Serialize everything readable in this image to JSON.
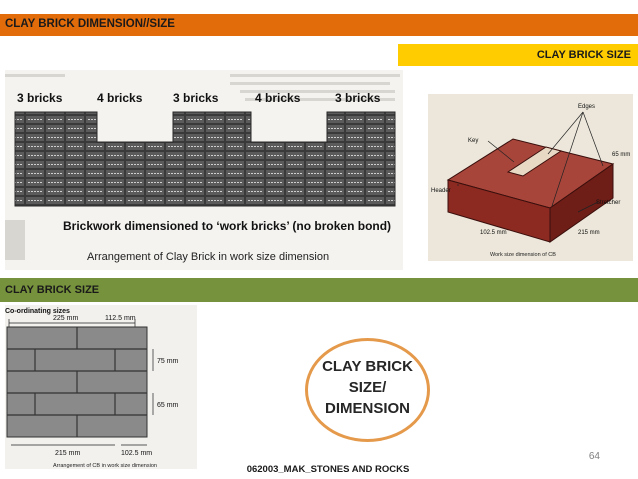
{
  "header": {
    "title": "CLAY BRICK DIMENSION//SIZE"
  },
  "right_banner": {
    "label": "CLAY BRICK SIZE"
  },
  "section_banner": {
    "label": "CLAY BRICK SIZE"
  },
  "bond_figure": {
    "counts": [
      "3 bricks",
      "4 bricks",
      "3 bricks",
      "4 bricks",
      "3 bricks"
    ],
    "caption": "Brickwork dimensioned to ‘work bricks’ (no broken bond)",
    "subcaption": "Arrangement of Clay Brick  in work size dimension"
  },
  "brick_figure": {
    "labels": {
      "edges": "Edges",
      "key": "Key",
      "header": "Header",
      "stretcher": "Stretcher",
      "height": "65 mm",
      "length": "215 mm",
      "width": "102.5 mm"
    },
    "caption": "Work size dimension of CB",
    "colors": {
      "face": "#8c2a22",
      "top": "#a8453b",
      "side": "#6e1d17"
    }
  },
  "coord_figure": {
    "title": "Co-ordinating sizes",
    "top_dims": [
      "225 mm",
      "112.5 mm"
    ],
    "side_dims": [
      "75 mm",
      "65 mm"
    ],
    "bottom_dims": [
      "215 mm",
      "102.5 mm"
    ],
    "caption": "Arrangement of CB in work size dimension"
  },
  "callout": {
    "line1": "CLAY BRICK",
    "line2": "SIZE/",
    "line3": "DIMENSION"
  },
  "page_number": "64",
  "footer": "062003_MAK_STONES AND ROCKS"
}
